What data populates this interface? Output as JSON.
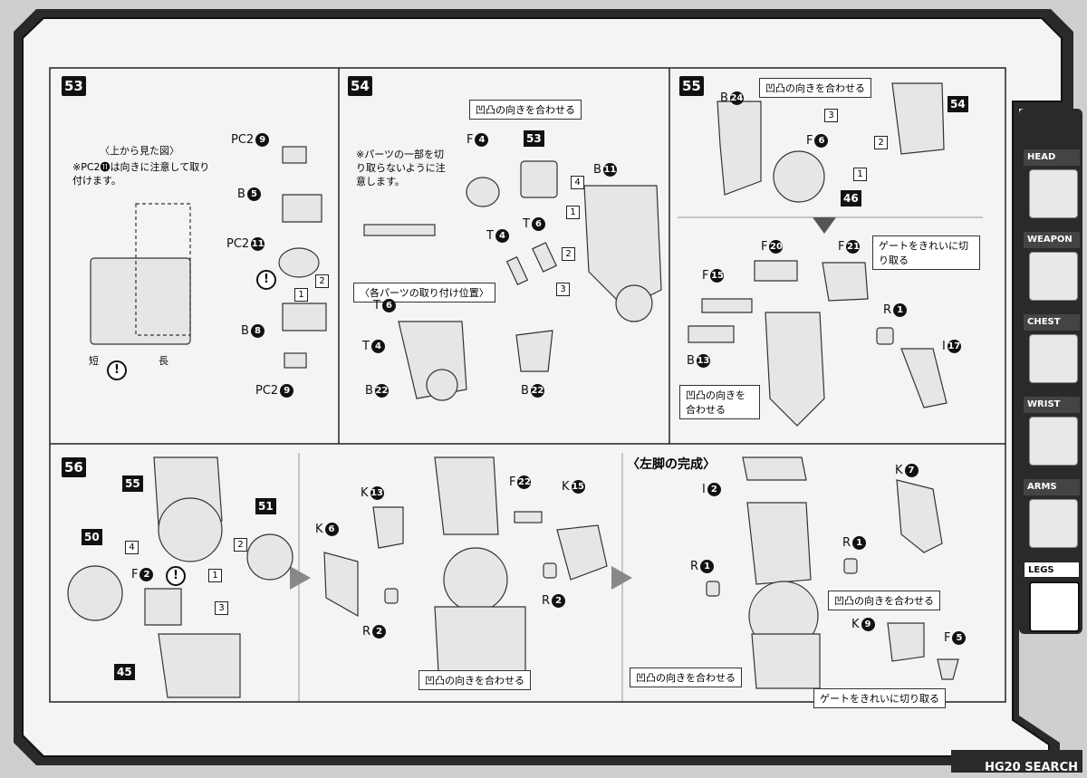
{
  "page": {
    "bg_color": "#cfcfcf",
    "frame_color": "#2a2a2a"
  },
  "steps": {
    "s53": "53",
    "s54": "54",
    "s55": "55",
    "s56": "56"
  },
  "panel53": {
    "view_title": "〈上から見た図〉",
    "note": "※PC2⓫は向きに注意して取り付けます。",
    "short": "短",
    "long": "長",
    "parts": [
      {
        "name": "PC2",
        "num": "9"
      },
      {
        "name": "B",
        "num": "5"
      },
      {
        "name": "PC2",
        "num": "11"
      },
      {
        "name": "B",
        "num": "8"
      },
      {
        "name": "PC2",
        "num": "9"
      }
    ],
    "arrows": [
      "1",
      "2"
    ]
  },
  "panel54": {
    "note": "※パーツの一部を切り取らないように注意します。",
    "align": "凹凸の向きを合わせる",
    "ref": "53",
    "position_title": "〈各パーツの取り付け位置〉",
    "parts": [
      {
        "name": "F",
        "num": "4"
      },
      {
        "name": "B",
        "num": "11"
      },
      {
        "name": "T",
        "num": "6"
      },
      {
        "name": "T",
        "num": "4"
      },
      {
        "name": "T",
        "num": "6"
      },
      {
        "name": "T",
        "num": "4"
      },
      {
        "name": "B",
        "num": "22"
      },
      {
        "name": "B",
        "num": "22"
      }
    ],
    "arrows": [
      "1",
      "2",
      "3",
      "4"
    ]
  },
  "panel55": {
    "align": "凹凸の向きを合わせる",
    "align2": "凹凸の向きを合わせる",
    "gate": "ゲートをきれいに切り取る",
    "refs": [
      "54",
      "46"
    ],
    "parts": [
      {
        "name": "B",
        "num": "24"
      },
      {
        "name": "F",
        "num": "6"
      },
      {
        "name": "F",
        "num": "20"
      },
      {
        "name": "F",
        "num": "21"
      },
      {
        "name": "F",
        "num": "15"
      },
      {
        "name": "R",
        "num": "1"
      },
      {
        "name": "B",
        "num": "13"
      },
      {
        "name": "I",
        "num": "17"
      }
    ],
    "arrows": [
      "1",
      "2",
      "3"
    ]
  },
  "panel56": {
    "refs": [
      "55",
      "51",
      "50",
      "45"
    ],
    "parts_left": [
      {
        "name": "F",
        "num": "2"
      }
    ],
    "parts_mid": [
      {
        "name": "K",
        "num": "13"
      },
      {
        "name": "F",
        "num": "22"
      },
      {
        "name": "K",
        "num": "15"
      },
      {
        "name": "K",
        "num": "6"
      },
      {
        "name": "R",
        "num": "2"
      },
      {
        "name": "R",
        "num": "2"
      }
    ],
    "align_mid": "凹凸の向きを合わせる",
    "complete_title": "〈左脚の完成〉",
    "parts_right": [
      {
        "name": "I",
        "num": "2"
      },
      {
        "name": "K",
        "num": "7"
      },
      {
        "name": "R",
        "num": "1"
      },
      {
        "name": "R",
        "num": "1"
      },
      {
        "name": "K",
        "num": "9"
      },
      {
        "name": "F",
        "num": "5"
      }
    ],
    "align_right1": "凹凸の向きを合わせる",
    "align_right2": "凹凸の向きを合わせる",
    "gate_right": "ゲートをきれいに切り取る",
    "arrows": [
      "1",
      "2",
      "3",
      "4"
    ]
  },
  "sidebar": {
    "tabs": [
      {
        "label": "HEAD",
        "icon": "head-icon",
        "active": false
      },
      {
        "label": "WEAPON",
        "icon": "weapon-icon",
        "active": false
      },
      {
        "label": "CHEST",
        "icon": "chest-icon",
        "active": false
      },
      {
        "label": "WRIST",
        "icon": "wrist-icon",
        "active": false
      },
      {
        "label": "ARMS",
        "icon": "arms-icon",
        "active": false
      },
      {
        "label": "LEGS",
        "icon": "legs-icon",
        "active": true
      }
    ]
  },
  "footer": {
    "page": "HG20",
    "watermark": "SEARCH"
  }
}
